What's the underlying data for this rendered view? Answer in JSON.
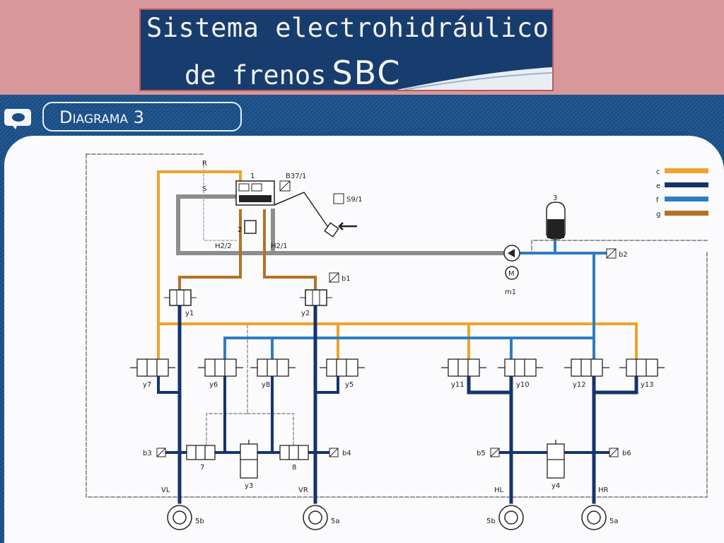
{
  "header": {
    "title_line1": "Sistema electrohidráulico",
    "title_line2": "de frenos",
    "title_brand": "SBC"
  },
  "section": {
    "tab_label": "Diagrama 3"
  },
  "diagram": {
    "legend": [
      "c",
      "e",
      "f",
      "g"
    ],
    "line_labels": {
      "r": "R",
      "s": "S",
      "h2_2": "H2/2",
      "h2_1": "H2/1"
    },
    "component_labels": {
      "unit1": "1",
      "b37": "B37/1",
      "n2": "2",
      "s9": "S9/1",
      "accumulator": "3",
      "motor": "M",
      "m1": "m1",
      "b1": "b1",
      "b2": "b2",
      "b3": "b3",
      "b4": "b4",
      "b5": "b5",
      "b6": "b6",
      "y1": "y1",
      "y2": "y2",
      "y3": "y3",
      "y4": "y4",
      "y5": "y5",
      "y6": "y6",
      "y7": "y7",
      "y8": "y8",
      "y10": "y10",
      "y11": "y11",
      "y12": "y12",
      "y13": "y13",
      "v7": "7",
      "v8": "8"
    },
    "wheel_tags": [
      "VL",
      "VR",
      "HL",
      "HR"
    ],
    "wheel_ids": [
      "5b",
      "5a",
      "5b",
      "5a"
    ]
  }
}
